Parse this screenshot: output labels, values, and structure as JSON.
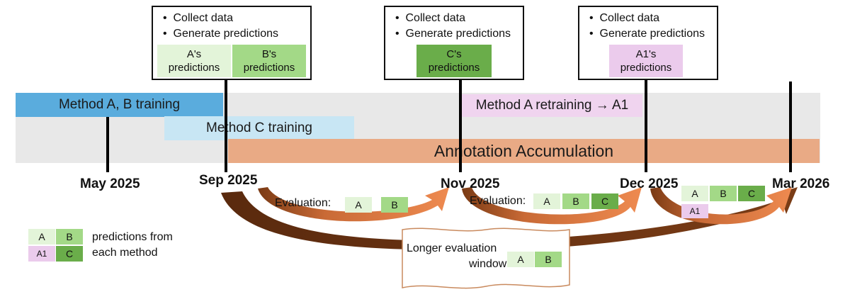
{
  "colors": {
    "pred_a": "#e3f4d9",
    "pred_b": "#a3d987",
    "pred_c": "#6aad4a",
    "pred_a1": "#ebcbec",
    "method_ab": "#5aacdd",
    "method_c": "#c8e6f4",
    "retrain": "#f0d4ef",
    "annotation": "#e9aa85",
    "lane": "#e8e8e8",
    "arrow_orange": "#e07f4a",
    "arrow_brown": "#6d3513"
  },
  "callouts": [
    {
      "bullets": [
        "Collect data",
        "Generate predictions"
      ],
      "predictions": [
        {
          "label": "A's predictions",
          "key": "pred_a"
        },
        {
          "label": "B's predictions",
          "key": "pred_b"
        }
      ]
    },
    {
      "bullets": [
        "Collect data",
        "Generate predictions"
      ],
      "predictions": [
        {
          "label": "C's predictions",
          "key": "pred_c"
        }
      ]
    },
    {
      "bullets": [
        "Collect data",
        "Generate predictions"
      ],
      "predictions": [
        {
          "label": "A1's predictions",
          "key": "pred_a1"
        }
      ]
    }
  ],
  "bars": {
    "method_ab": "Method A, B training",
    "method_c": "Method C training",
    "retrain": "Method A retraining → A1",
    "annotation": "Annotation Accumulation"
  },
  "dates": [
    "May 2025",
    "Sep 2025",
    "Nov 2025",
    "Dec 2025",
    "Mar 2026"
  ],
  "evaluations": {
    "label": "Evaluation:",
    "sep_nov": [
      "A",
      "B"
    ],
    "nov_dec": [
      "A",
      "B",
      "C"
    ],
    "dec_mar": [
      "A",
      "B",
      "C",
      "A1"
    ]
  },
  "longer_window": {
    "line1": "Longer evaluation",
    "line2": "window:",
    "chips": [
      "A",
      "B"
    ]
  },
  "legend": {
    "chips": [
      "A",
      "B",
      "A1",
      "C"
    ],
    "text_line1": "predictions from",
    "text_line2": "each method"
  }
}
